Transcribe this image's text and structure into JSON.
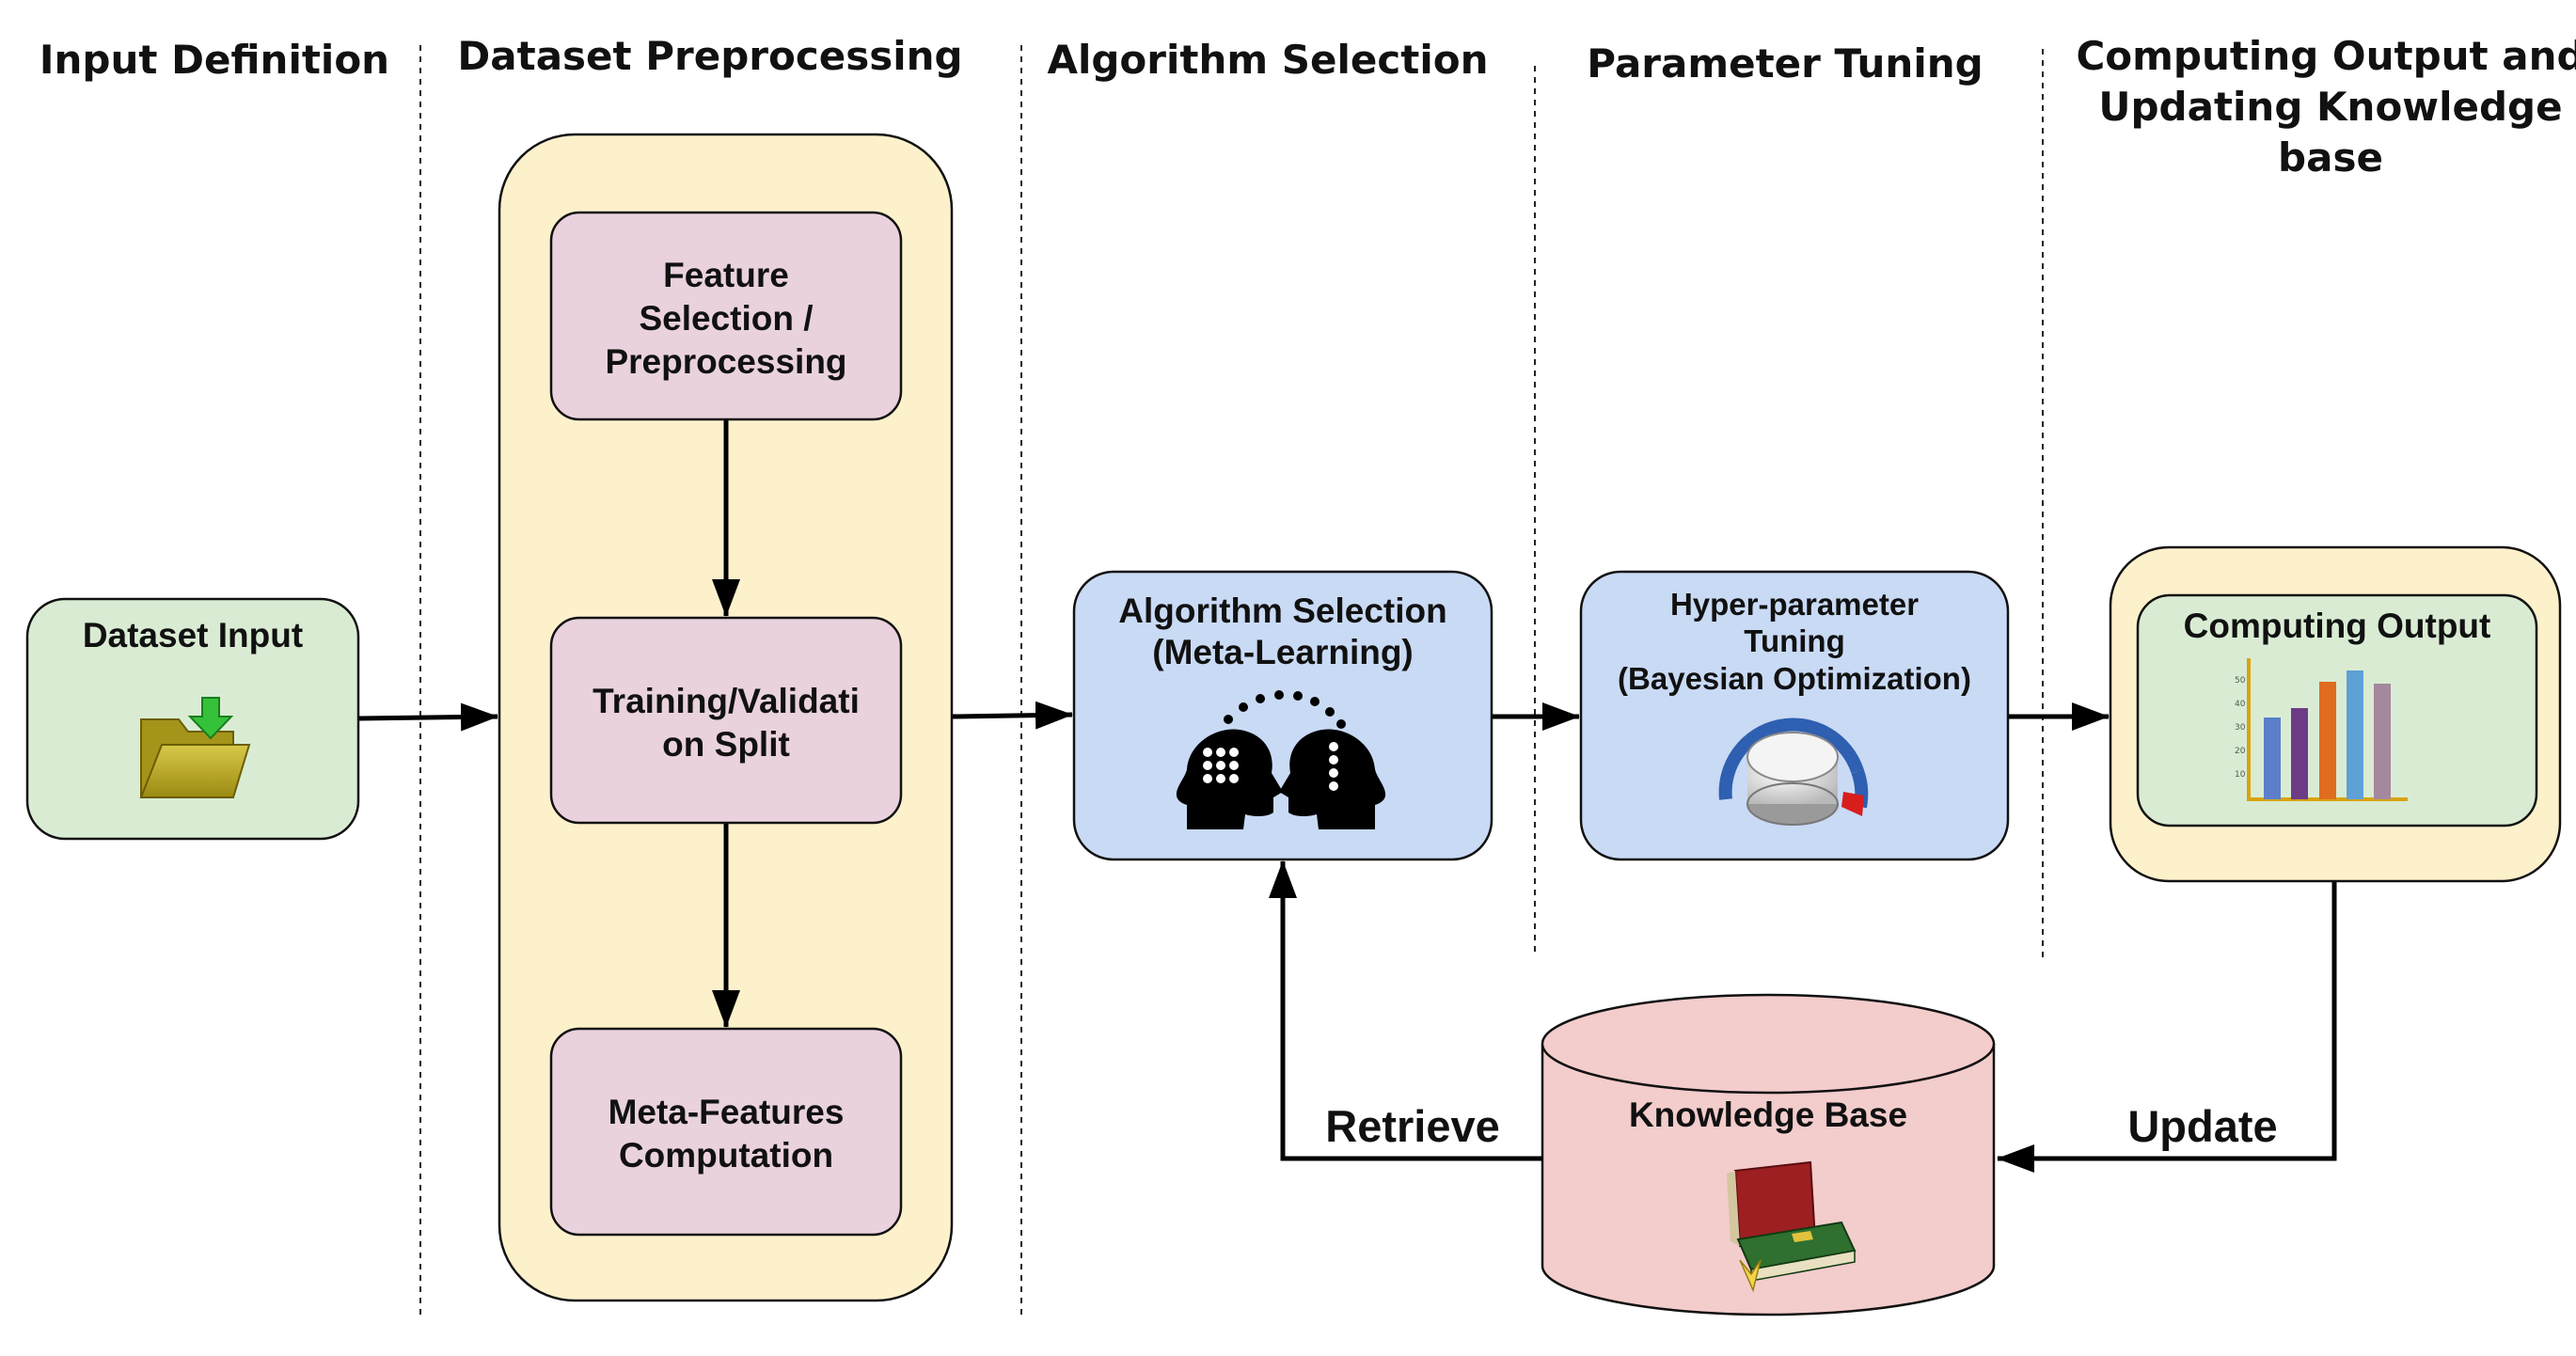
{
  "stages": {
    "input_definition": "Input Definition",
    "dataset_preprocessing": "Dataset Preprocessing",
    "algorithm_selection": "Algorithm Selection",
    "parameter_tuning": "Parameter Tuning",
    "computing_output": [
      "Computing Output and",
      "Updating Knowledge",
      "base"
    ]
  },
  "boxes": {
    "dataset_input": "Dataset Input",
    "feature_selection": [
      "Feature",
      "Selection /",
      "Preprocessing"
    ],
    "train_split": [
      "Training/Validati",
      "on Split"
    ],
    "meta_features": [
      "Meta-Features",
      "Computation"
    ],
    "algorithm_selection": [
      "Algorithm Selection",
      "(Meta-Learning)"
    ],
    "hyperparameter": [
      "Hyper-parameter",
      "Tuning",
      "(Bayesian Optimization)"
    ],
    "computing_output": "Computing Output",
    "knowledge_base": "Knowledge Base"
  },
  "edges": {
    "retrieve": "Retrieve",
    "update": "Update"
  },
  "icons": {
    "dataset_input": "folder-download-icon",
    "algorithm_selection": "two-heads-icon",
    "hyperparameter": "knob-icon",
    "computing_output": "bar-chart-icon",
    "knowledge_base": "books-icon"
  },
  "colors": {
    "green_fill": "#d9ecd3",
    "yellow_fill": "#fdf1cc",
    "pink_fill": "#e9d2dd",
    "blue_fill": "#c9daf5",
    "red_fill": "#f3cccc"
  }
}
